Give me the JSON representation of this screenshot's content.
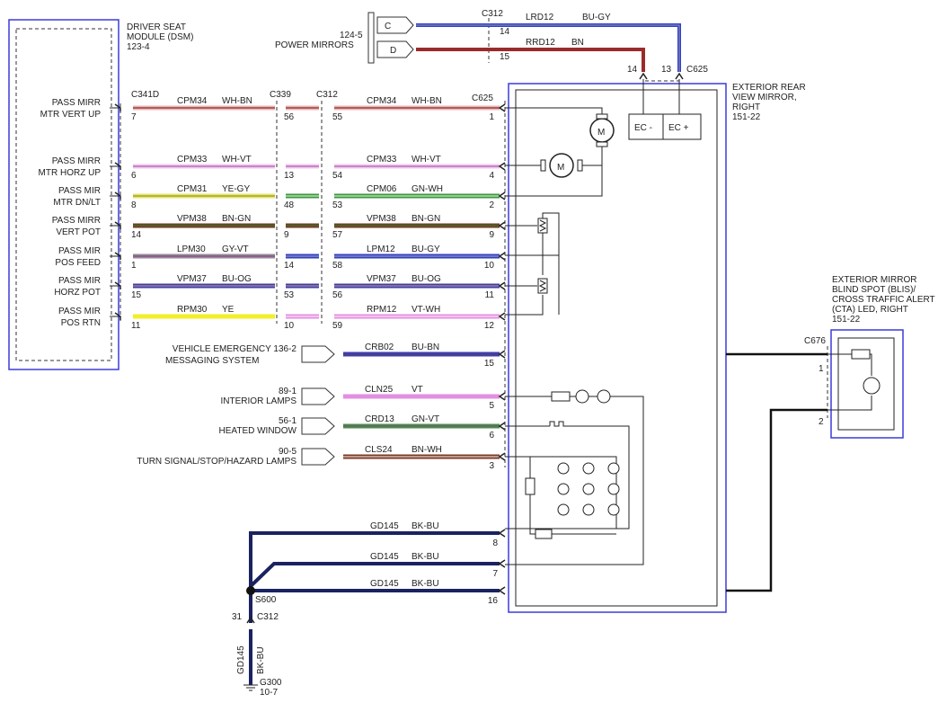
{
  "dsm": {
    "title": [
      "DRIVER SEAT",
      "MODULE (DSM)",
      "123-4"
    ]
  },
  "connectors": {
    "c341d": "C341D",
    "c339": "C339",
    "c312_top": "C312",
    "c625": "C625",
    "c312_mid": "C312",
    "c625_top": "C625",
    "c676": "C676",
    "s600": "S600",
    "c312_bot": "C312"
  },
  "power_mirrors": {
    "label": [
      "124-5",
      "POWER MIRRORS"
    ],
    "c_pin": "C",
    "d_pin": "D",
    "wire1": {
      "circuit": "LRD12",
      "color": "BU-GY",
      "pin_a": "14",
      "pin_b": "13"
    },
    "wire2": {
      "circuit": "RRD12",
      "color": "BN",
      "pin_a": "15",
      "pin_b": "14"
    },
    "ec_minus": "EC -",
    "ec_plus": "EC +"
  },
  "ext_mirror": {
    "title": [
      "EXTERIOR REAR",
      "VIEW MIRROR,",
      "RIGHT",
      "151-22"
    ]
  },
  "blis": {
    "title": [
      "EXTERIOR MIRROR",
      "BLIND SPOT (BLIS)/",
      "CROSS TRAFFIC ALERT",
      "(CTA) LED, RIGHT",
      "151-22"
    ],
    "pin1": "1",
    "pin2": "2"
  },
  "dsm_rows": [
    {
      "label": [
        "PASS MIRR",
        "MTR VERT UP"
      ],
      "pin_dsm": "7",
      "circ_a": "CPM34",
      "col_a": "WH-BN",
      "pin_c339": "56",
      "pin_c312": "55",
      "circ_b": "CPM34",
      "col_b": "WH-BN",
      "pin_c625": "1",
      "color_a": "#e8b4b4",
      "stripe_a": "#8a2a2a",
      "color_b": "#e8b4b4",
      "stripe_b": "#8a2a2a"
    },
    {
      "label": [
        "PASS MIRR",
        "MTR HORZ UP"
      ],
      "pin_dsm": "6",
      "circ_a": "CPM33",
      "col_a": "WH-VT",
      "pin_c339": "13",
      "pin_c312": "54",
      "circ_b": "CPM33",
      "col_b": "WH-VT",
      "pin_c625": "4",
      "color_a": "#f0c8ee",
      "stripe_a": "#b25fb0",
      "color_b": "#f0c8ee",
      "stripe_b": "#b25fb0"
    },
    {
      "label": [
        "PASS MIR",
        "MTR DN/LT"
      ],
      "pin_dsm": "8",
      "circ_a": "CPM31",
      "col_a": "YE-GY",
      "pin_c339": "48",
      "pin_c312": "53",
      "circ_b": "CPM06",
      "col_b": "GN-WH",
      "pin_c625": "2",
      "color_a": "#e8e84a",
      "stripe_a": "#8a8a8a",
      "color_b": "#3c9a3c",
      "stripe_b": "#cfe8cf"
    },
    {
      "label": [
        "PASS MIRR",
        "VERT POT"
      ],
      "pin_dsm": "14",
      "circ_a": "VPM38",
      "col_a": "BN-GN",
      "pin_c339": "9",
      "pin_c312": "57",
      "circ_b": "VPM38",
      "col_b": "BN-GN",
      "pin_c625": "9",
      "color_a": "#7a3a25",
      "stripe_a": "#2a7a2a",
      "color_b": "#7a3a25",
      "stripe_b": "#2a7a2a"
    },
    {
      "label": [
        "PASS MIR",
        "POS FEED"
      ],
      "pin_dsm": "1",
      "circ_a": "LPM30",
      "col_a": "GY-VT",
      "pin_c339": "14",
      "pin_c312": "58",
      "circ_b": "LPM12",
      "col_b": "BU-GY",
      "pin_c625": "10",
      "color_a": "#8f8f8f",
      "stripe_a": "#9a3a9a",
      "color_b": "#2f3fd0",
      "stripe_b": "#9a9a9a"
    },
    {
      "label": [
        "PASS MIR",
        "HORZ POT"
      ],
      "pin_dsm": "15",
      "circ_a": "VPM37",
      "col_a": "BU-OG",
      "pin_c339": "53",
      "pin_c312": "56",
      "circ_b": "VPM37",
      "col_b": "BU-OG",
      "pin_c625": "11",
      "color_a": "#2f3fd0",
      "stripe_a": "#e08a2a",
      "color_b": "#2f3fd0",
      "stripe_b": "#e08a2a"
    },
    {
      "label": [
        "PASS MIR",
        "POS RTN"
      ],
      "pin_dsm": "11",
      "circ_a": "RPM30",
      "col_a": "YE",
      "pin_c339": "10",
      "pin_c312": "59",
      "circ_b": "RPM12",
      "col_b": "VT-WH",
      "pin_c625": "12",
      "color_a": "#f2ef2a",
      "stripe_a": "#f2ef2a",
      "color_b": "#e38ee0",
      "stripe_b": "#fbe6fb"
    }
  ],
  "other_rows": [
    {
      "label": [
        "VEHICLE EMERGENCY 136-2",
        "MESSAGING SYSTEM"
      ],
      "circ": "CRB02",
      "col": "BU-BN",
      "pin": "15",
      "color": "#2f3fd0",
      "stripe": "#7a3a25"
    },
    {
      "label": [
        "89-1",
        "INTERIOR LAMPS"
      ],
      "circ": "CLN25",
      "col": "VT",
      "pin": "5",
      "color": "#e38ee0",
      "stripe": "#e38ee0"
    },
    {
      "label": [
        "56-1",
        "HEATED WINDOW"
      ],
      "circ": "CRD13",
      "col": "GN-VT",
      "pin": "6",
      "color": "#3c9a3c",
      "stripe": "#9a3a9a"
    },
    {
      "label": [
        "90-5",
        "TURN SIGNAL/STOP/HAZARD LAMPS"
      ],
      "circ": "CLS24",
      "col": "BN-WH",
      "pin": "3",
      "color": "#7a3a25",
      "stripe": "#e8d0c8"
    }
  ],
  "ground_rows": [
    {
      "circ": "GD145",
      "col": "BK-BU",
      "pin": "8"
    },
    {
      "circ": "GD145",
      "col": "BK-BU",
      "pin": "7"
    },
    {
      "circ": "GD145",
      "col": "BK-BU",
      "pin": "16"
    }
  ],
  "ground": {
    "pin_c312": "31",
    "circ": "GD145",
    "col": "BK-BU",
    "g300": "G300",
    "g300_ref": "10-7"
  },
  "colors": {
    "box": "#3b3bdc",
    "ground_wire": "#1a2260",
    "blue_wire": "#2f3fd0",
    "brown_wire": "#9b2a2a"
  }
}
